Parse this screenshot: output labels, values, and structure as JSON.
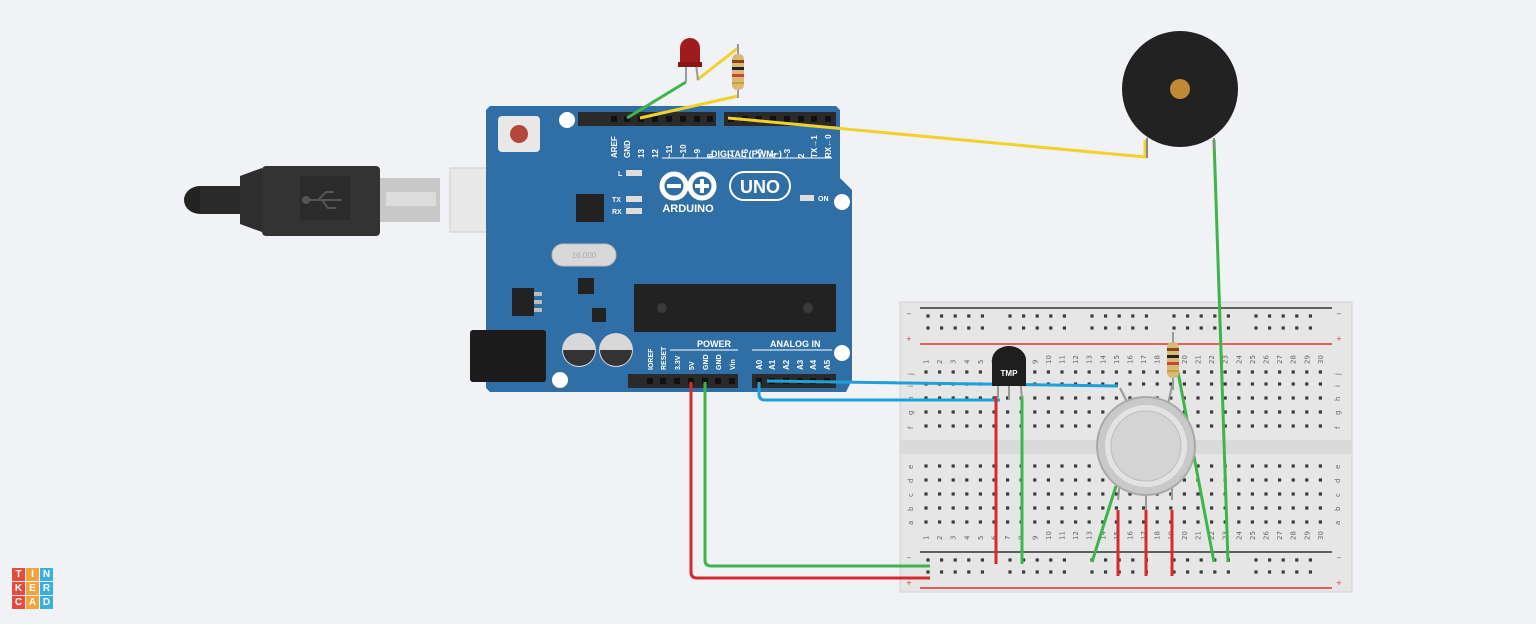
{
  "board": {
    "name": "ARDUINO",
    "model": "UNO",
    "digital_header": "DIGITAL (PWM~)",
    "power_header": "POWER",
    "analog_header": "ANALOG IN",
    "on_label": "ON",
    "led_labels": [
      "L",
      "TX",
      "RX"
    ],
    "top_pins": [
      "AREF",
      "GND",
      "13",
      "12",
      "~11",
      "~10",
      "~9",
      "8",
      "7",
      "~6",
      "~5",
      "4",
      "~3",
      "2",
      "TX→1",
      "RX←0"
    ],
    "power_pins": [
      "IOREF",
      "RESET",
      "3.3V",
      "5V",
      "GND",
      "GND",
      "Vin"
    ],
    "analog_pins": [
      "A0",
      "A1",
      "A2",
      "A3",
      "A4",
      "A5"
    ],
    "crystal": "16.000"
  },
  "sensor": {
    "label": "TMP"
  },
  "breadboard": {
    "rows_top": [
      "j",
      "i",
      "h",
      "g",
      "f"
    ],
    "rows_bottom": [
      "e",
      "d",
      "c",
      "b",
      "a"
    ],
    "columns": [
      "1",
      "2",
      "3",
      "4",
      "5",
      "6",
      "7",
      "8",
      "9",
      "10",
      "11",
      "12",
      "13",
      "14",
      "15",
      "16",
      "17",
      "18",
      "19",
      "20",
      "21",
      "22",
      "23",
      "24",
      "25",
      "26",
      "27",
      "28",
      "29",
      "30"
    ],
    "rail_minus": "−",
    "rail_plus": "+"
  },
  "logo": {
    "letters": [
      "T",
      "I",
      "N",
      "K",
      "E",
      "R",
      "C",
      "A",
      "D"
    ],
    "colors": [
      "#e64c3c",
      "#f2a33a",
      "#3ab0de",
      "#e64c3c",
      "#f2a33a",
      "#3ab0de",
      "#e64c3c",
      "#f2a33a",
      "#3ab0de"
    ]
  }
}
